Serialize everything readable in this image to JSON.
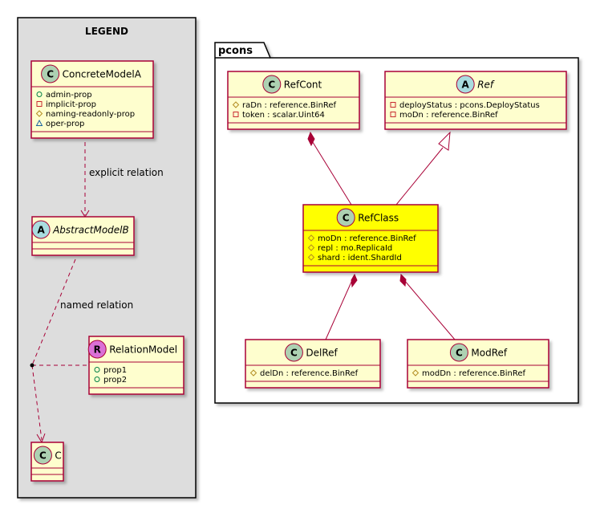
{
  "legend": {
    "title": "LEGEND",
    "concrete_model": {
      "stereotype": "C",
      "name": "ConcreteModelA",
      "attributes": [
        {
          "marker": "○",
          "text": "admin-prop"
        },
        {
          "marker": "■",
          "text": "implicit-prop"
        },
        {
          "marker": "◇",
          "text": "naming-readonly-prop"
        },
        {
          "marker": "△",
          "text": "oper-prop"
        }
      ]
    },
    "abstract_model": {
      "stereotype": "A",
      "name": "AbstractModelB"
    },
    "relation_model": {
      "stereotype": "R",
      "name": "RelationModel",
      "attributes": [
        {
          "marker": "○",
          "text": "prop1"
        },
        {
          "marker": "○",
          "text": "prop2"
        }
      ]
    },
    "c_model": {
      "stereotype": "C",
      "name": "C"
    },
    "explicit_relation_label": "explicit relation",
    "named_relation_label": "named relation"
  },
  "package": {
    "name": "pcons",
    "refcont": {
      "stereotype": "C",
      "name": "RefCont",
      "attributes": [
        {
          "marker": "◇",
          "text": "raDn : reference.BinRef"
        },
        {
          "marker": "■",
          "text": "token : scalar.Uint64"
        }
      ]
    },
    "ref": {
      "stereotype": "A",
      "name": "Ref",
      "attributes": [
        {
          "marker": "■",
          "text": "deployStatus : pcons.DeployStatus"
        },
        {
          "marker": "■",
          "text": "moDn : reference.BinRef"
        }
      ]
    },
    "refclass": {
      "stereotype": "C",
      "name": "RefClass",
      "attributes": [
        {
          "marker": "◇",
          "text": "moDn : reference.BinRef"
        },
        {
          "marker": "◇",
          "text": "repl : mo.ReplicaId"
        },
        {
          "marker": "◇",
          "text": "shard : ident.ShardId"
        }
      ]
    },
    "delref": {
      "stereotype": "C",
      "name": "DelRef",
      "attributes": [
        {
          "marker": "◇",
          "text": "delDn : reference.BinRef"
        }
      ]
    },
    "modref": {
      "stereotype": "C",
      "name": "ModRef",
      "attributes": [
        {
          "marker": "◇",
          "text": "modDn : reference.BinRef"
        }
      ]
    }
  },
  "colors": {
    "class_fill": "#FEFECE",
    "class_border": "#A80036",
    "highlight_fill": "#FFFF00",
    "legend_bg": "#DDDDDD",
    "circle_c": "#ADD1B2",
    "circle_a": "#A9DCDF",
    "circle_r": "#DA70D6"
  }
}
